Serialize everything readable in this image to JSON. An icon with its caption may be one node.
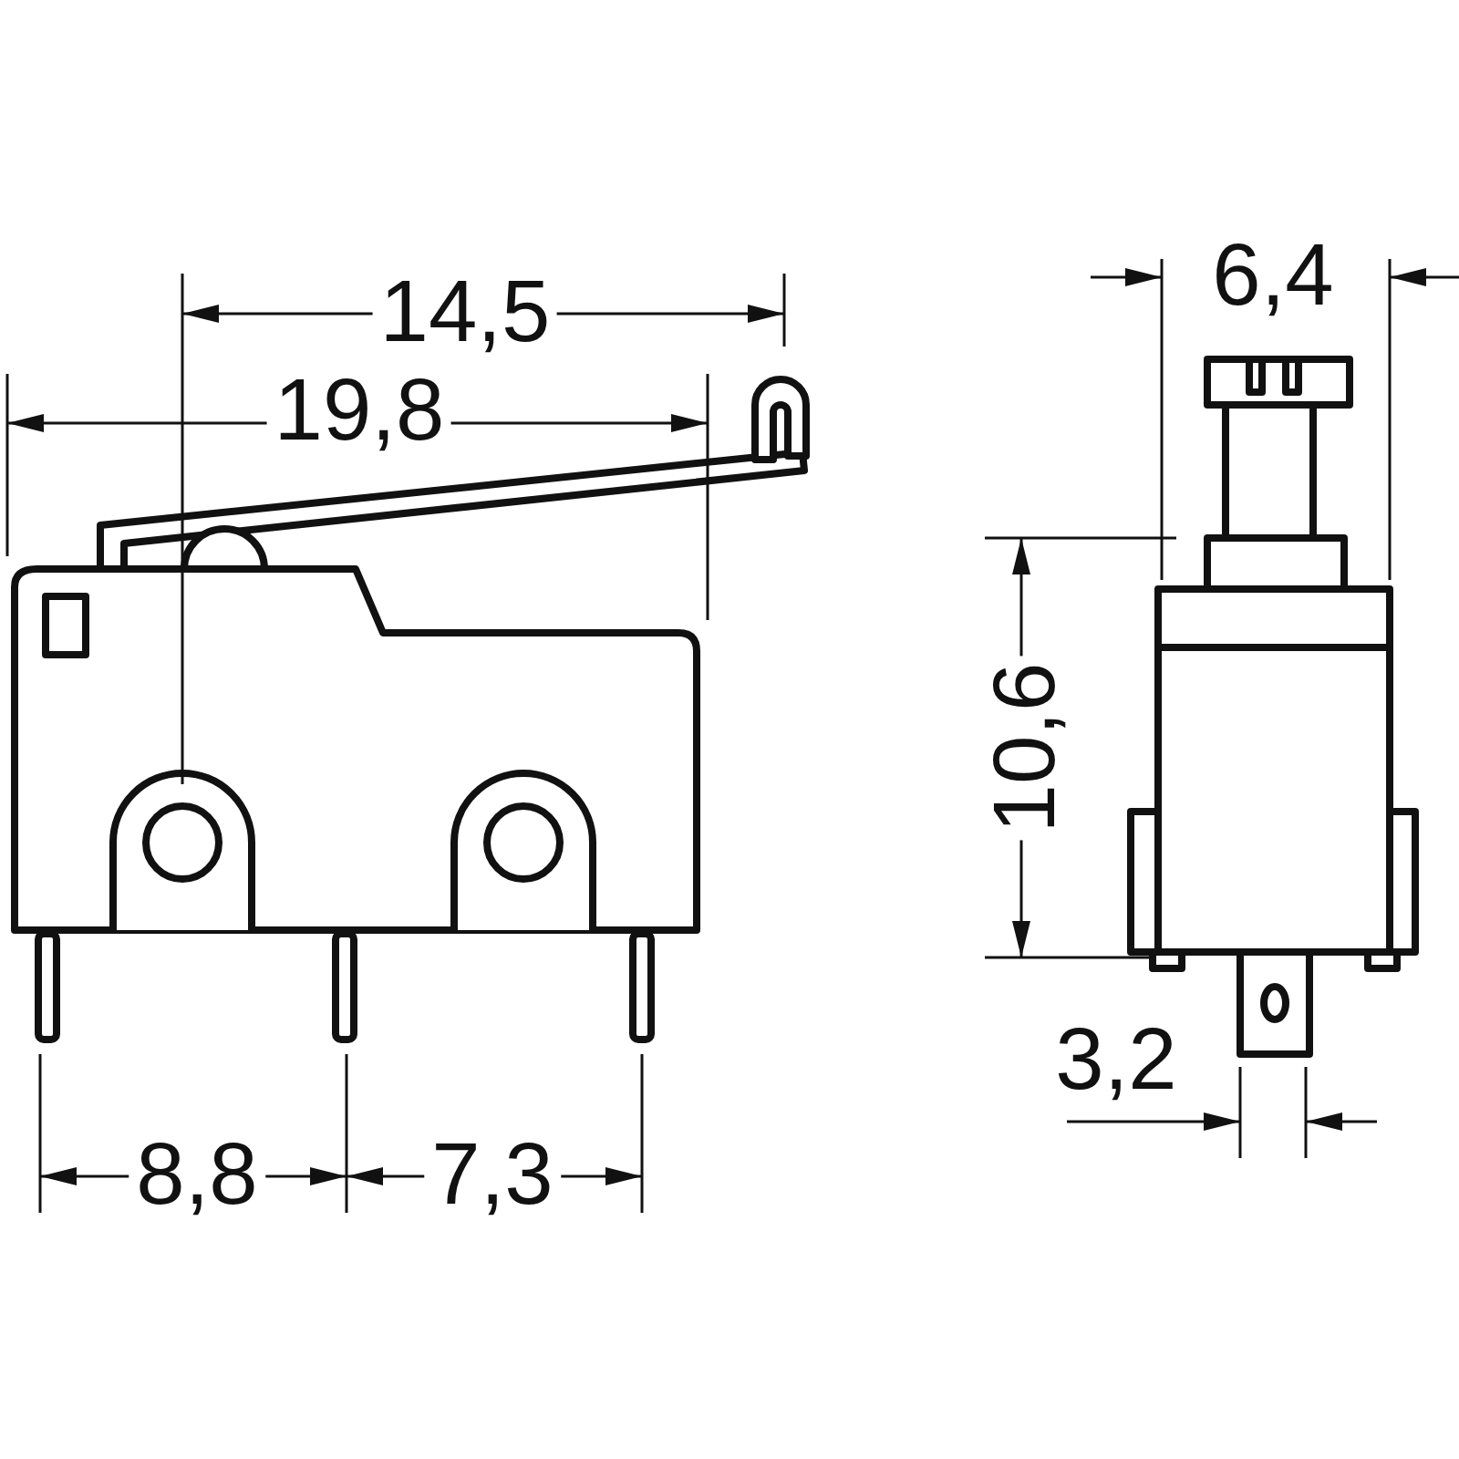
{
  "diagram": {
    "labels": [
      "14,5",
      "19,8",
      "6,4",
      "10,6",
      "8,8",
      "7,3",
      "3,2"
    ]
  }
}
